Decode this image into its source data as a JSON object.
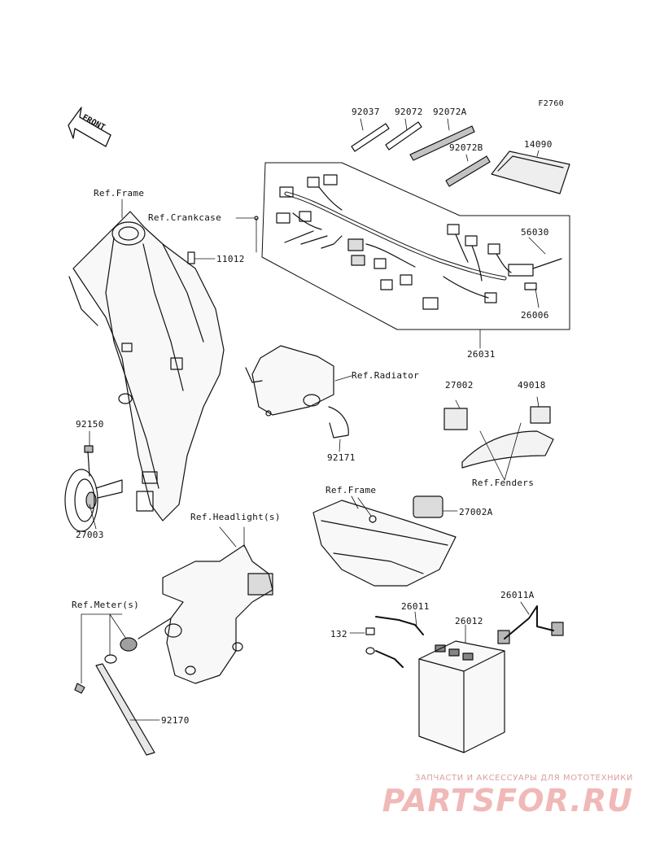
{
  "figure_code": "F2760",
  "front_label": "FRONT",
  "labels": {
    "p92037": "92037",
    "p92072": "92072",
    "p92072A": "92072A",
    "p92072B": "92072B",
    "p14090": "14090",
    "p56030": "56030",
    "p26006": "26006",
    "p26031": "26031",
    "ref_frame_1": "Ref.Frame",
    "ref_crankcase": "Ref.Crankcase",
    "p11012": "11012",
    "ref_radiator": "Ref.Radiator",
    "p92171": "92171",
    "p27002": "27002",
    "p49018": "49018",
    "ref_fenders": "Ref.Fenders",
    "p92150": "92150",
    "p27003": "27003",
    "ref_headlight": "Ref.Headlight(s)",
    "ref_frame_2": "Ref.Frame",
    "p27002A": "27002A",
    "ref_meter": "Ref.Meter(s)",
    "p92170": "92170",
    "p26011A": "26011A",
    "p26011": "26011",
    "p26012": "26012",
    "p132": "132"
  },
  "watermark": {
    "tagline": "ЗАПЧАСТИ И АКСЕССУАРЫ ДЛЯ МОТОТЕХНИКИ",
    "logo": "PARTSFOR.RU"
  }
}
